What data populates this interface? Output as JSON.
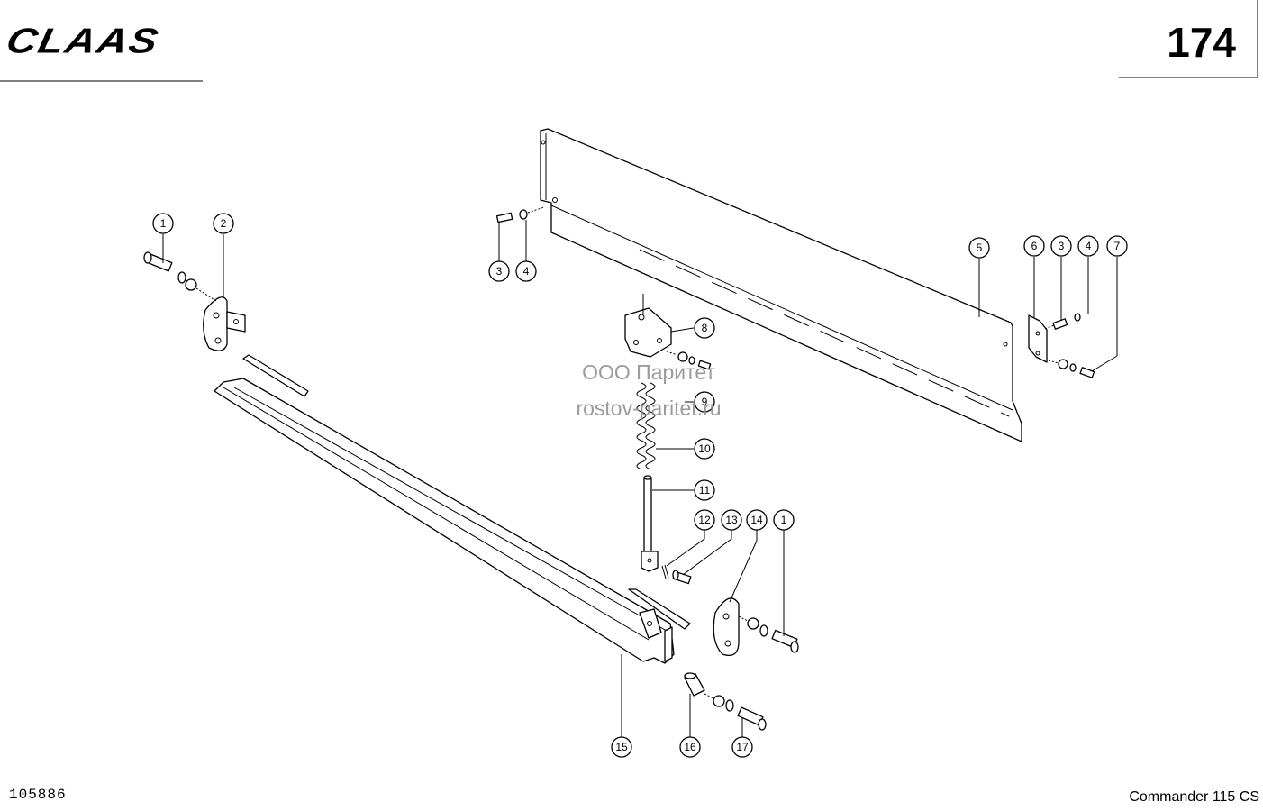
{
  "header": {
    "brand": "CLAAS",
    "page_number": "174"
  },
  "footer": {
    "drawing_number": "105886",
    "model": "Commander 115 CS"
  },
  "watermark": {
    "line1": "ООО Паритет",
    "line2": "rostov-paritet.ru"
  },
  "callouts": [
    {
      "id": "c1a",
      "label": "1"
    },
    {
      "id": "c2",
      "label": "2"
    },
    {
      "id": "c3a",
      "label": "3"
    },
    {
      "id": "c4a",
      "label": "4"
    },
    {
      "id": "c5",
      "label": "5"
    },
    {
      "id": "c6",
      "label": "6"
    },
    {
      "id": "c3b",
      "label": "3"
    },
    {
      "id": "c4b",
      "label": "4"
    },
    {
      "id": "c7",
      "label": "7"
    },
    {
      "id": "c8",
      "label": "8"
    },
    {
      "id": "c9",
      "label": "9"
    },
    {
      "id": "c10",
      "label": "10"
    },
    {
      "id": "c11",
      "label": "11"
    },
    {
      "id": "c12",
      "label": "12"
    },
    {
      "id": "c13",
      "label": "13"
    },
    {
      "id": "c14",
      "label": "14"
    },
    {
      "id": "c1b",
      "label": "1"
    },
    {
      "id": "c15",
      "label": "15"
    },
    {
      "id": "c16",
      "label": "16"
    },
    {
      "id": "c17",
      "label": "17"
    }
  ]
}
